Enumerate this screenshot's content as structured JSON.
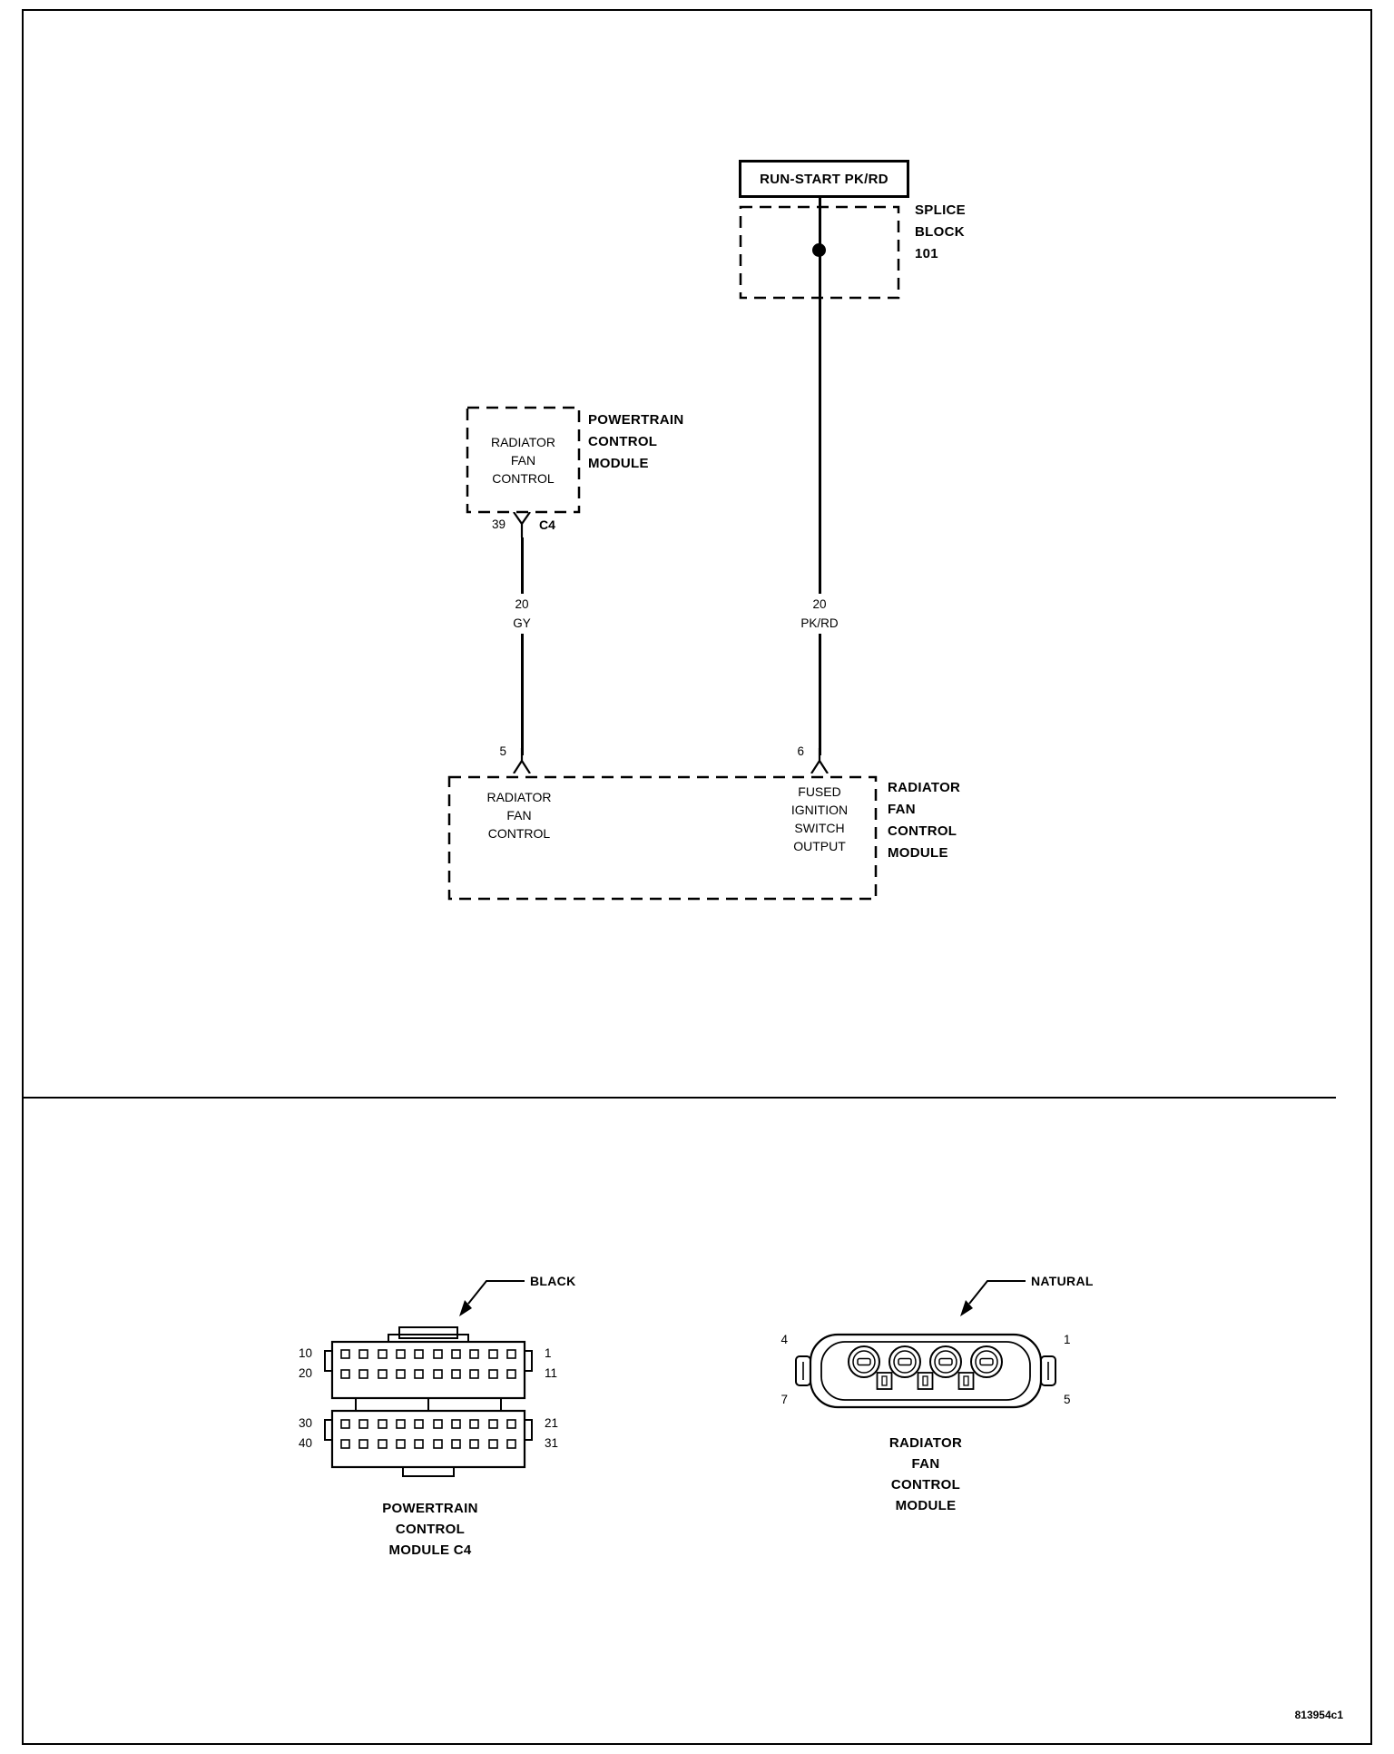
{
  "colors": {
    "ink": "#000000",
    "paper": "#ffffff"
  },
  "doc": {
    "code": "813954c1"
  },
  "schematic": {
    "run_start": "RUN-START PK/RD",
    "splice_label": [
      "SPLICE",
      "BLOCK",
      "101"
    ],
    "pcm_box_lines": [
      "RADIATOR",
      "FAN",
      "CONTROL"
    ],
    "pcm_module_label": [
      "POWERTRAIN",
      "CONTROL",
      "MODULE"
    ],
    "pcm_pin": "39",
    "pcm_connector_id": "C4",
    "left_wire": [
      "20",
      "GY"
    ],
    "right_wire": [
      "20",
      "PK/RD"
    ],
    "pin_left": "5",
    "pin_right": "6",
    "bottom_box_left_lines": [
      "RADIATOR",
      "FAN",
      "CONTROL"
    ],
    "bottom_box_right_lines": [
      "FUSED",
      "IGNITION",
      "SWITCH",
      "OUTPUT"
    ],
    "rfcm_module_label": [
      "RADIATOR",
      "FAN",
      "CONTROL",
      "MODULE"
    ]
  },
  "connector_views": {
    "pcm": {
      "color": "BLACK",
      "pins_left": [
        "10",
        "20",
        "30",
        "40"
      ],
      "pins_right": [
        "1",
        "11",
        "21",
        "31"
      ],
      "caption": [
        "POWERTRAIN",
        "CONTROL",
        "MODULE C4"
      ]
    },
    "rfcm": {
      "color": "NATURAL",
      "pin_top_left": "4",
      "pin_top_right": "1",
      "pin_bottom_left": "7",
      "pin_bottom_right": "5",
      "caption": [
        "RADIATOR",
        "FAN",
        "CONTROL",
        "MODULE"
      ]
    }
  }
}
